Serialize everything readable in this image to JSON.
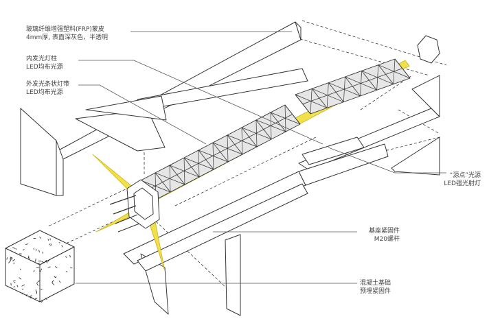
{
  "labels": {
    "frp": {
      "line1": "玻璃纤维增强塑料(FRP)蒙皮",
      "line2": "4mm厚, 表面深灰色，半透明"
    },
    "inner_light": {
      "line1": "内发光灯柱",
      "line2": "LED均布光源"
    },
    "outer_strip": {
      "line1": "外发光条状灯带",
      "line2": "LED均布光源"
    },
    "origin_light": {
      "line1": "“源点”光源",
      "line2": "LED强光射灯"
    },
    "base_fastener": {
      "line1": "基座紧固件",
      "line2": "M20螺杆"
    },
    "concrete": {
      "line1": "混凝土基础",
      "line2": "预埋紧固件"
    }
  },
  "colors": {
    "line": "#333333",
    "leader": "#555555",
    "light": "#f2e04a",
    "light_edge": "#c9b21c",
    "truss_fill": "#e6e6e6"
  }
}
